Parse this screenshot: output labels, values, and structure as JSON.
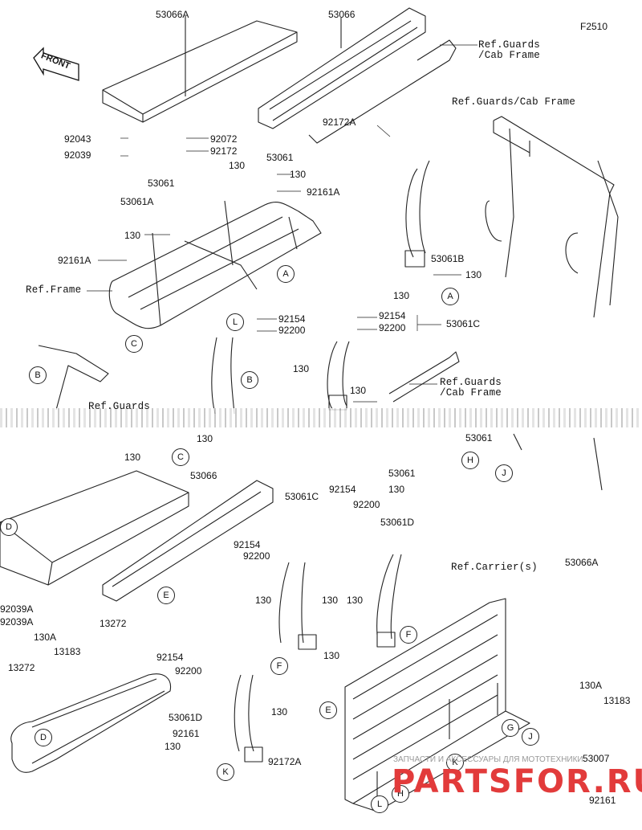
{
  "figure_code": "F2510",
  "front_label": "FRONT",
  "refs": {
    "guards_cab_1": "Ref.Guards\n/Cab Frame",
    "guards_cab_2": "Ref.Guards/Cab Frame",
    "guards_cab_3": "Ref.Guards\n/Cab Frame",
    "frame": "Ref.Frame",
    "guards": "Ref.Guards",
    "carriers": "Ref.Carrier(s)"
  },
  "parts_top": [
    "53066A",
    "53066",
    "92043",
    "92039",
    "92072",
    "92172",
    "53061",
    "130",
    "130",
    "92161A",
    "53061",
    "53061A",
    "130",
    "92161A",
    "92154",
    "92200",
    "92172A",
    "53061B",
    "130",
    "130",
    "92154",
    "92200",
    "53061C",
    "130",
    "130",
    "130"
  ],
  "parts_bottom": [
    "53061",
    "130",
    "53066",
    "53061C",
    "92154",
    "92200",
    "53061D",
    "92154",
    "92200",
    "130",
    "130",
    "130",
    "130",
    "13272",
    "130A",
    "13183",
    "13272",
    "92154",
    "92200",
    "53061D",
    "130",
    "92172A",
    "130",
    "92161",
    "130A",
    "13183",
    "53066A",
    "53007",
    "92161",
    "92039A",
    "92039A",
    "53061",
    "130"
  ],
  "callouts": [
    "A",
    "A",
    "B",
    "B",
    "C",
    "C",
    "D",
    "D",
    "E",
    "E",
    "F",
    "F",
    "G",
    "H",
    "H",
    "J",
    "J",
    "K",
    "K",
    "L",
    "L"
  ],
  "watermark": {
    "tagline": "ЗАПЧАСТИ И АКСЕССУАРЫ ДЛЯ МОТОТЕХНИКИ",
    "brand": "PARTSFOR.RU"
  },
  "colors": {
    "line": "#222222",
    "watermark": "#e23b3b"
  }
}
